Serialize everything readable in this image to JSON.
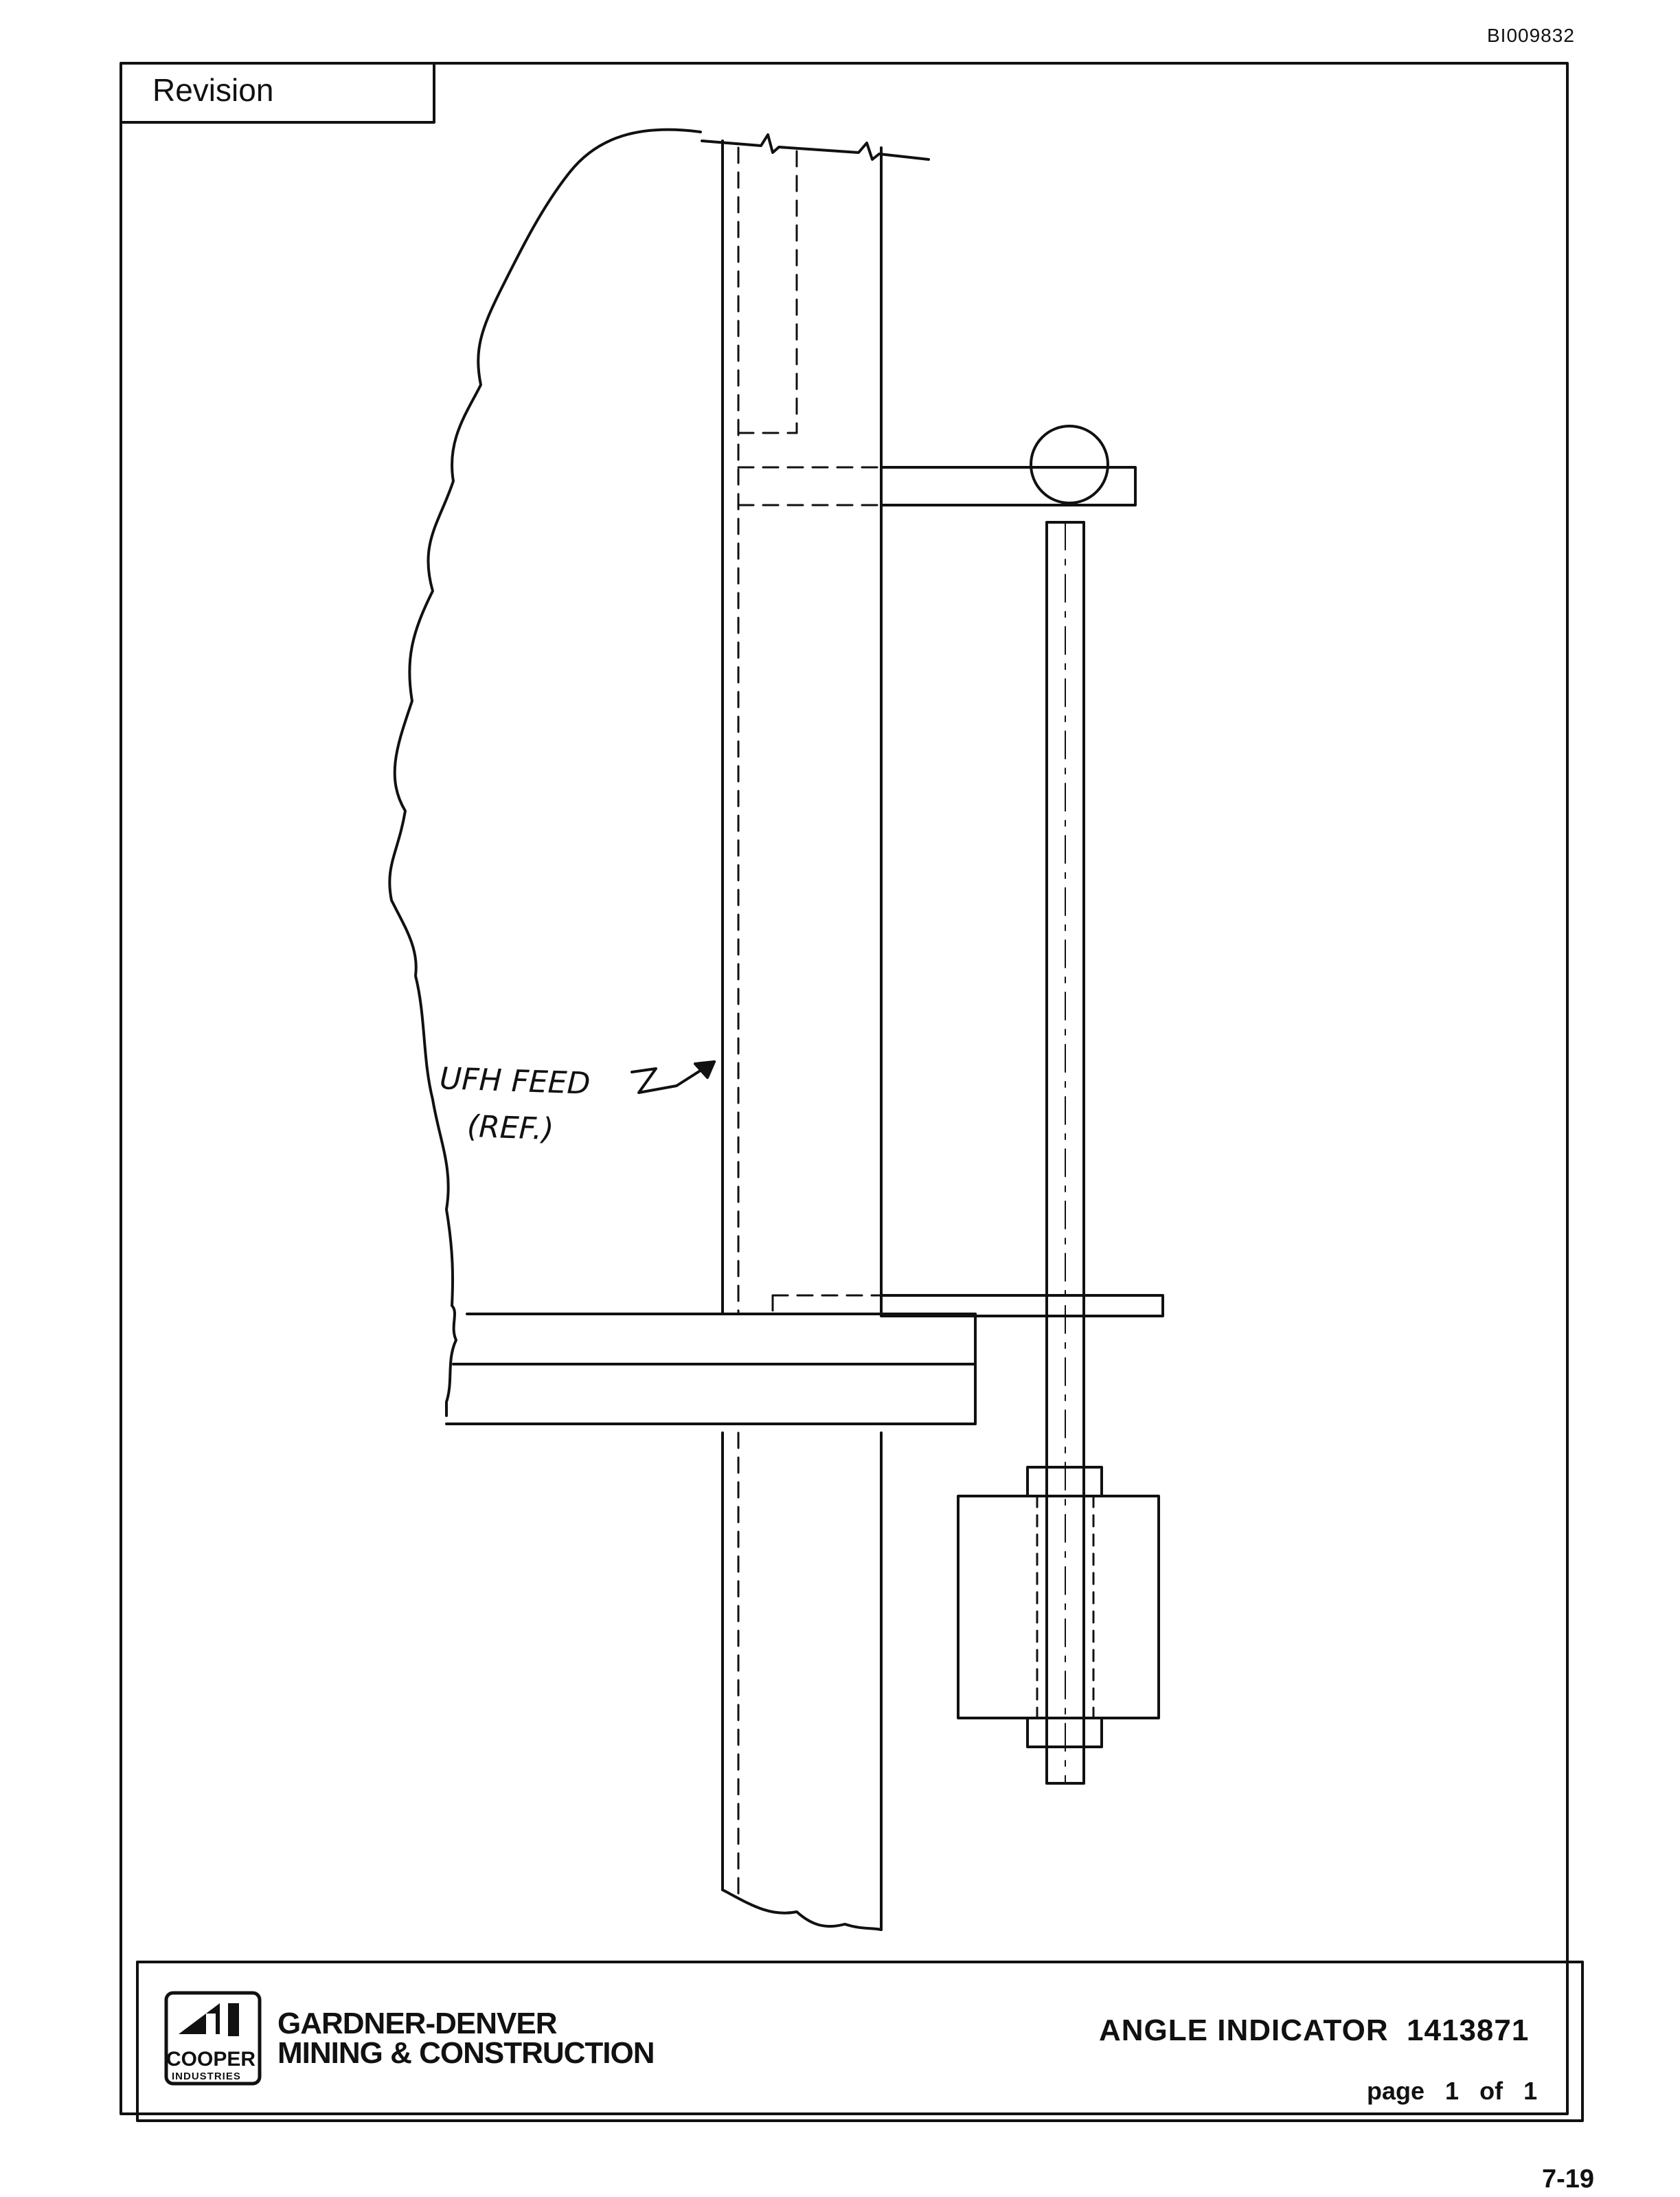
{
  "document_id": "BI009832",
  "revision_label": "Revision",
  "annotation": {
    "line1": "UFH FEED",
    "line2": "(REF.)"
  },
  "title_block": {
    "company_line1": "GARDNER-DENVER",
    "company_line2": "MINING & CONSTRUCTION",
    "logo_name": "COOPER",
    "logo_sub": "INDUSTRIES",
    "title": "ANGLE INDICATOR",
    "part_number": "1413871",
    "page_label": "page",
    "page_current": "1",
    "page_of": "of",
    "page_total": "1"
  },
  "sheet_number": "7-19"
}
